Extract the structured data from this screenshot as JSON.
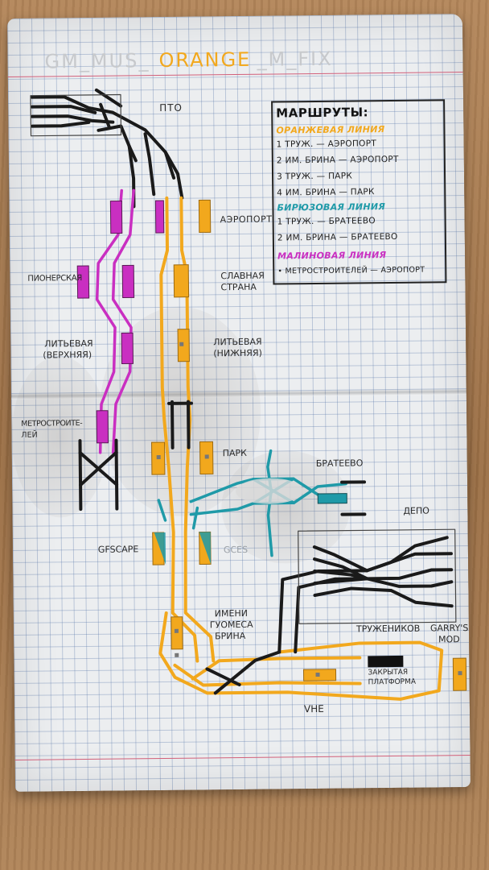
{
  "page_title": {
    "parts": [
      "GM_MUS_",
      "ORANGE",
      "_M_FIX"
    ],
    "colors": [
      "#c7c9cc",
      "#f2a81d",
      "#c7c9cc"
    ]
  },
  "legend": {
    "title": "МАРШРУТЫ:",
    "orange_heading": "ОРАНЖЕВАЯ ЛИНИЯ",
    "orange_routes": [
      "1 ТРУЖ. — АЭРОПОРТ",
      "2 ИМ. БРИНА — АЭРОПОРТ",
      "3 ТРУЖ. — ПАРК",
      "4 ИМ. БРИНА — ПАРК"
    ],
    "turquoise_heading": "БИРЮЗОВАЯ ЛИНИЯ",
    "turquoise_routes": [
      "1 ТРУЖ. — БРАТЕЕВО",
      "2 ИМ. БРИНА — БРАТЕЕВО"
    ],
    "crimson_heading": "МАЛИНОВАЯ ЛИНИЯ",
    "crimson_routes": [
      "• МЕТРОСТРОИТЕЛЕЙ — АЭРОПОРТ"
    ]
  },
  "stations": {
    "pto": "ПТО",
    "aeroport": "АЭРОПОРТ",
    "slavnaya_1": "СЛАВНАЯ",
    "slavnaya_2": "СТРАНА",
    "pionerskaya": "ПИОНЕРСКАЯ",
    "liteynaya_upper_1": "ЛИТЬЕВАЯ",
    "liteynaya_upper_2": "(ВЕРХНЯЯ)",
    "liteynaya_lower_1": "ЛИТЬЕВАЯ",
    "liteynaya_lower_2": "(НИЖНЯЯ)",
    "metrostroiteley_1": "МЕТРОСТРОИТЕ-",
    "metrostroiteley_2": "ЛЕЙ",
    "park": "ПАРК",
    "brateevo": "БРАТЕЕВО",
    "depo": "ДЕПО",
    "gfscape": "GFSCAPE",
    "gces": "GCES",
    "imeni_1": "ИМЕНИ",
    "imeni_2": "ГУОМЕСА",
    "imeni_3": "БРИНА",
    "truzhenikov": "ТРУЖЕНИКОВ",
    "garrys_1": "GARRY'S",
    "garrys_2": "MOD",
    "zakrytaya_1": "ЗАКРЫТАЯ",
    "zakrytaya_2": "ПЛАТФОРМА",
    "vhe": "VHE"
  },
  "colors": {
    "orange": "#f2a81d",
    "crimson": "#c92fc1",
    "turquoise": "#1f9aa8",
    "track": "#1a1a1a",
    "grid": "#7c9bd0"
  }
}
